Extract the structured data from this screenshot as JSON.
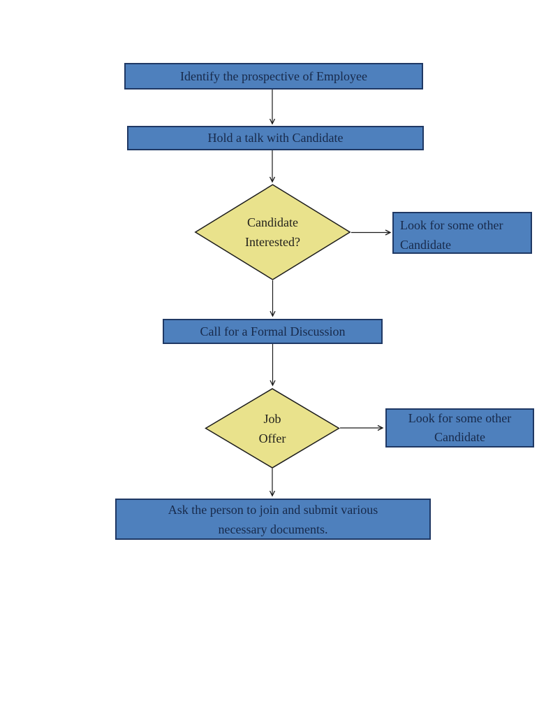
{
  "page": {
    "background": "#ffffff"
  },
  "colors": {
    "process_fill": "#4e80bd",
    "process_border": "#1f3864",
    "process_text": "#17294a",
    "decision_fill": "#e9e28c",
    "decision_border": "#1c1c1c",
    "decision_text": "#22211c",
    "connector": "#1a1a1a"
  },
  "flowchart": {
    "nodes": {
      "identify": {
        "type": "process",
        "label": "Identify the prospective of Employee"
      },
      "hold_talk": {
        "type": "process",
        "label": "Hold a talk with Candidate"
      },
      "candidate_interested": {
        "type": "decision",
        "line1": "Candidate",
        "line2": "Interested?"
      },
      "look_other_1": {
        "type": "process",
        "line1": "Look for some other",
        "line2": "Candidate"
      },
      "call_discussion": {
        "type": "process",
        "label": "Call for a Formal Discussion"
      },
      "job_offer": {
        "type": "decision",
        "line1": "Job",
        "line2": "Offer"
      },
      "look_other_2": {
        "type": "process",
        "line1": "Look for some other",
        "line2": "Candidate"
      },
      "ask_join": {
        "type": "process",
        "line1": "Ask the person to join and submit various",
        "line2": "necessary documents."
      }
    },
    "edges": [
      {
        "from": "identify",
        "to": "hold_talk",
        "direction": "down"
      },
      {
        "from": "hold_talk",
        "to": "candidate_interested",
        "direction": "down"
      },
      {
        "from": "candidate_interested",
        "to": "look_other_1",
        "direction": "right"
      },
      {
        "from": "candidate_interested",
        "to": "call_discussion",
        "direction": "down"
      },
      {
        "from": "call_discussion",
        "to": "job_offer",
        "direction": "down"
      },
      {
        "from": "job_offer",
        "to": "look_other_2",
        "direction": "right"
      },
      {
        "from": "job_offer",
        "to": "ask_join",
        "direction": "down"
      }
    ]
  }
}
